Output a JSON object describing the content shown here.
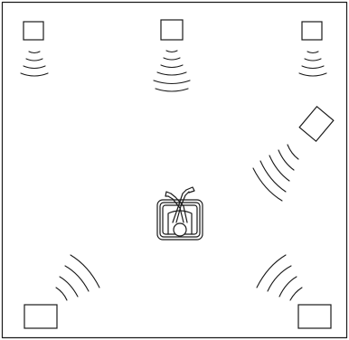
{
  "diagram": {
    "subject": "surround-sound-speaker-layout",
    "speakers": [
      {
        "id": "front-left",
        "icon": "speaker-icon"
      },
      {
        "id": "front-center",
        "icon": "speaker-icon"
      },
      {
        "id": "front-right",
        "icon": "speaker-icon"
      },
      {
        "id": "side-right",
        "icon": "speaker-icon"
      },
      {
        "id": "rear-left",
        "icon": "speaker-icon"
      },
      {
        "id": "rear-right",
        "icon": "speaker-icon"
      }
    ],
    "listener": {
      "icon": "listener-in-armchair-icon"
    },
    "colors": {
      "ink": "#1a1a1a",
      "background": "#ffffff"
    }
  }
}
